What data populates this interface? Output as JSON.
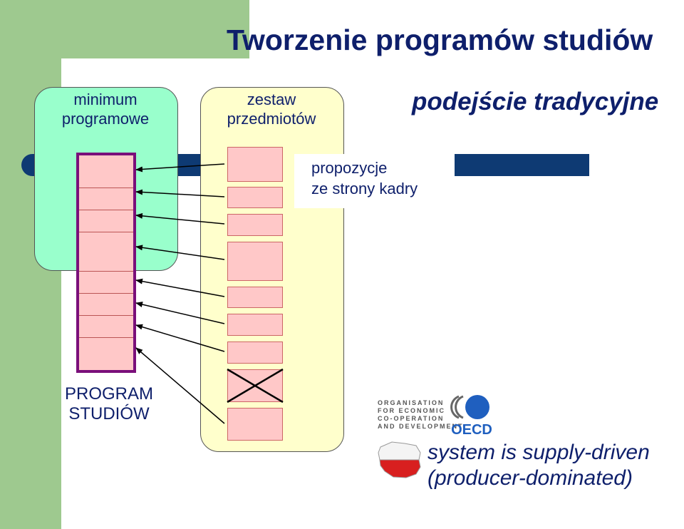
{
  "title": "Tworzenie programów studiów",
  "approach": "podejście tradycyjne",
  "min_box": {
    "line1": "minimum",
    "line2": "programowe"
  },
  "zestaw_box": {
    "line1": "zestaw",
    "line2": "przedmiotów"
  },
  "proposals": {
    "line1": "propozycje",
    "line2": "ze strony kadry"
  },
  "program": {
    "line1": "PROGRAM",
    "line2": "STUDIÓW"
  },
  "oecd": {
    "line1": "ORGANISATION",
    "line2": "FOR ECONOMIC",
    "line3": "CO-OPERATION",
    "line4": "AND DEVELOPMENT",
    "logo_text": "OECD"
  },
  "system": {
    "line1": "system is supply-driven",
    "line2": "(producer-dominated)"
  },
  "colors": {
    "navy": "#0e1f6b",
    "green": "#9ec98f",
    "mint": "#99ffcc",
    "cream": "#ffffcc",
    "pink": "#ffc8c8",
    "purple": "#7a0f7a"
  }
}
